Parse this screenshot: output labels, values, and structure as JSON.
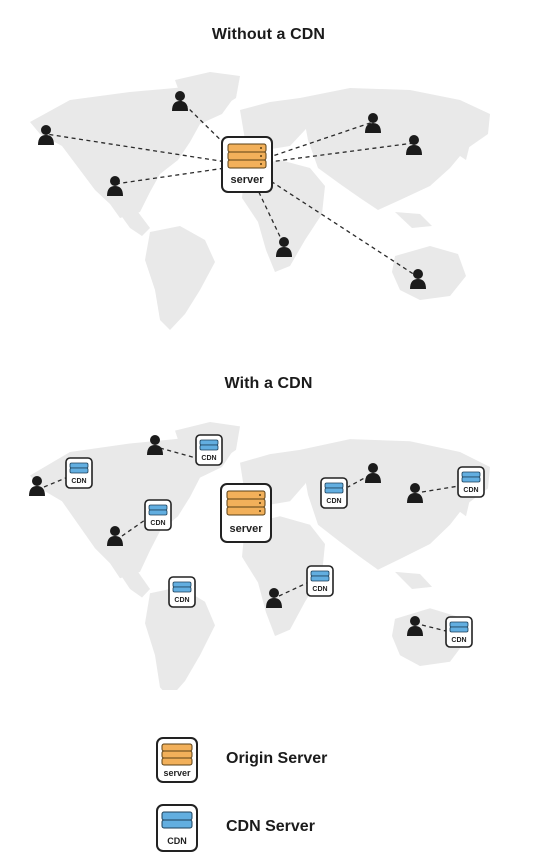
{
  "diagram": {
    "top_title": "Without a CDN",
    "bottom_title": "With a CDN",
    "origin_label": "server",
    "cdn_label": "CDN"
  },
  "legend": {
    "origin_label": "Origin Server",
    "origin_icon_text": "server",
    "cdn_label": "CDN Server",
    "cdn_icon_text": "CDN"
  },
  "colors": {
    "origin_fill": "#f2b05a",
    "cdn_fill": "#62aee0",
    "map_land": "#e9e9e9",
    "connector": "#2a2a2a"
  }
}
